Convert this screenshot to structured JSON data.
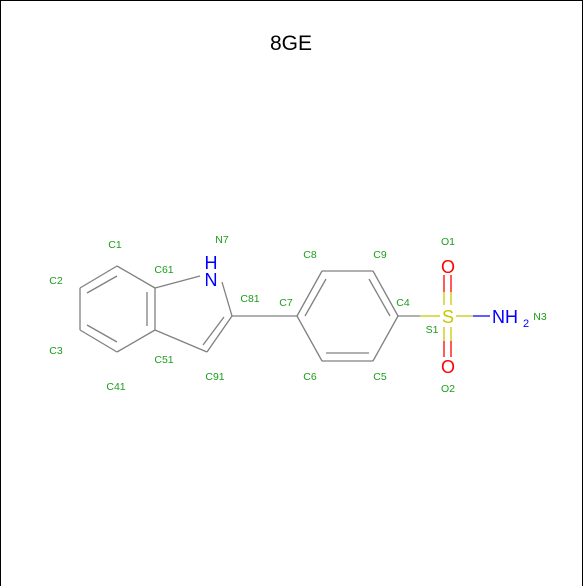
{
  "title": "8GE",
  "colors": {
    "carbon": "#808080",
    "label": "#1a9e1a",
    "nitrogen": "#0000ff",
    "oxygen": "#ff0000",
    "sulfur": "#c8c800",
    "frame": "#000000"
  },
  "heteroatoms": {
    "ring_n": "N",
    "ring_h": "H",
    "o_top": "O",
    "o_bottom": "O",
    "sulfur": "S",
    "amine": "NH",
    "amine_sub": "2"
  },
  "atom_labels": {
    "C1": "C1",
    "C2": "C2",
    "C3": "C3",
    "C41": "C41",
    "C51": "C51",
    "C61": "C61",
    "N7": "N7",
    "C81": "C81",
    "C91": "C91",
    "C7": "C7",
    "C8": "C8",
    "C9": "C9",
    "C4": "C4",
    "C5": "C5",
    "C6": "C6",
    "S1": "S1",
    "O1": "O1",
    "O2": "O2",
    "N3": "N3"
  }
}
